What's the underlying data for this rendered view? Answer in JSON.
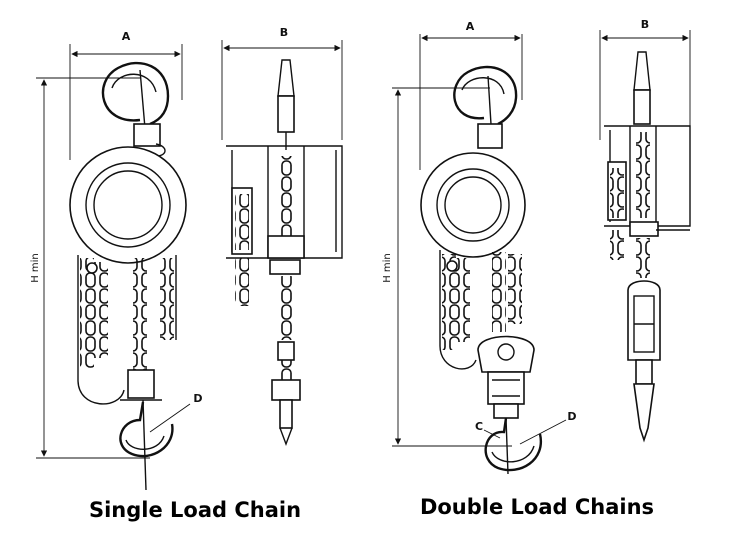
{
  "labels": {
    "single_a": "A",
    "single_b": "B",
    "single_h": "H min",
    "single_d": "D",
    "double_a": "A",
    "double_b": "B",
    "double_h": "H min",
    "double_c": "C",
    "double_d": "D"
  },
  "captions": {
    "single": "Single Load Chain",
    "double": "Double Load Chains"
  }
}
